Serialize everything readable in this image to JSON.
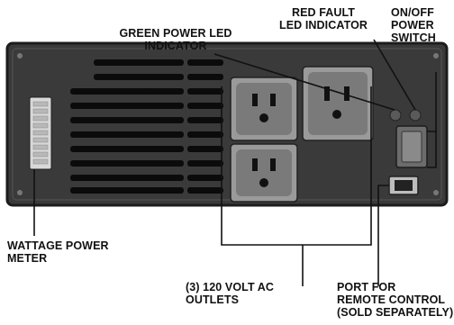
{
  "labels": {
    "green_led": [
      "GREEN POWER LED",
      "INDICATOR"
    ],
    "red_fault": [
      "RED FAULT",
      "LED INDICATOR"
    ],
    "power_switch": [
      "ON/OFF",
      "POWER",
      "SWITCH"
    ],
    "wattage_meter": [
      "WATTAGE POWER",
      "METER"
    ],
    "outlets": [
      "(3) 120 VOLT AC",
      "OUTLETS"
    ],
    "remote_port": [
      "PORT FOR",
      "REMOTE CONTROL"
    ],
    "remote_port_note": "(SOLD SEPARATELY)"
  },
  "colors": {
    "panel": "#3a3a3a",
    "panel_edge": "#1c1c1c",
    "vent_slot": "#0b0b0b",
    "outlet_plate": "#9a9a9a",
    "switch_body": "#6c6c6c",
    "meter": "#d8d8d8",
    "leader_line": "#111111"
  }
}
